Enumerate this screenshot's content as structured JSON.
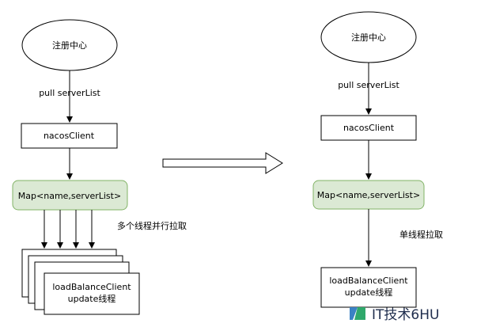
{
  "left": {
    "registry": "注册中心",
    "pull_label": "pull  serverList",
    "client": "nacosClient",
    "map": "Map<name,serverList>",
    "parallel_label": "多个线程并行拉取",
    "worker_line1": "loadBalanceClient",
    "worker_line2": "update线程"
  },
  "right": {
    "registry": "注册中心",
    "pull_label": "pull  serverList",
    "client": "nacosClient",
    "map": "Map<name,serverList>",
    "single_label": "单线程拉取",
    "worker_line1": "loadBalanceClient",
    "worker_line2": "update线程"
  },
  "watermark": {
    "text": "IT技术6HU"
  },
  "colors": {
    "map_fill": "#dbe9d4",
    "map_stroke": "#82b366",
    "stroke": "#000000"
  }
}
